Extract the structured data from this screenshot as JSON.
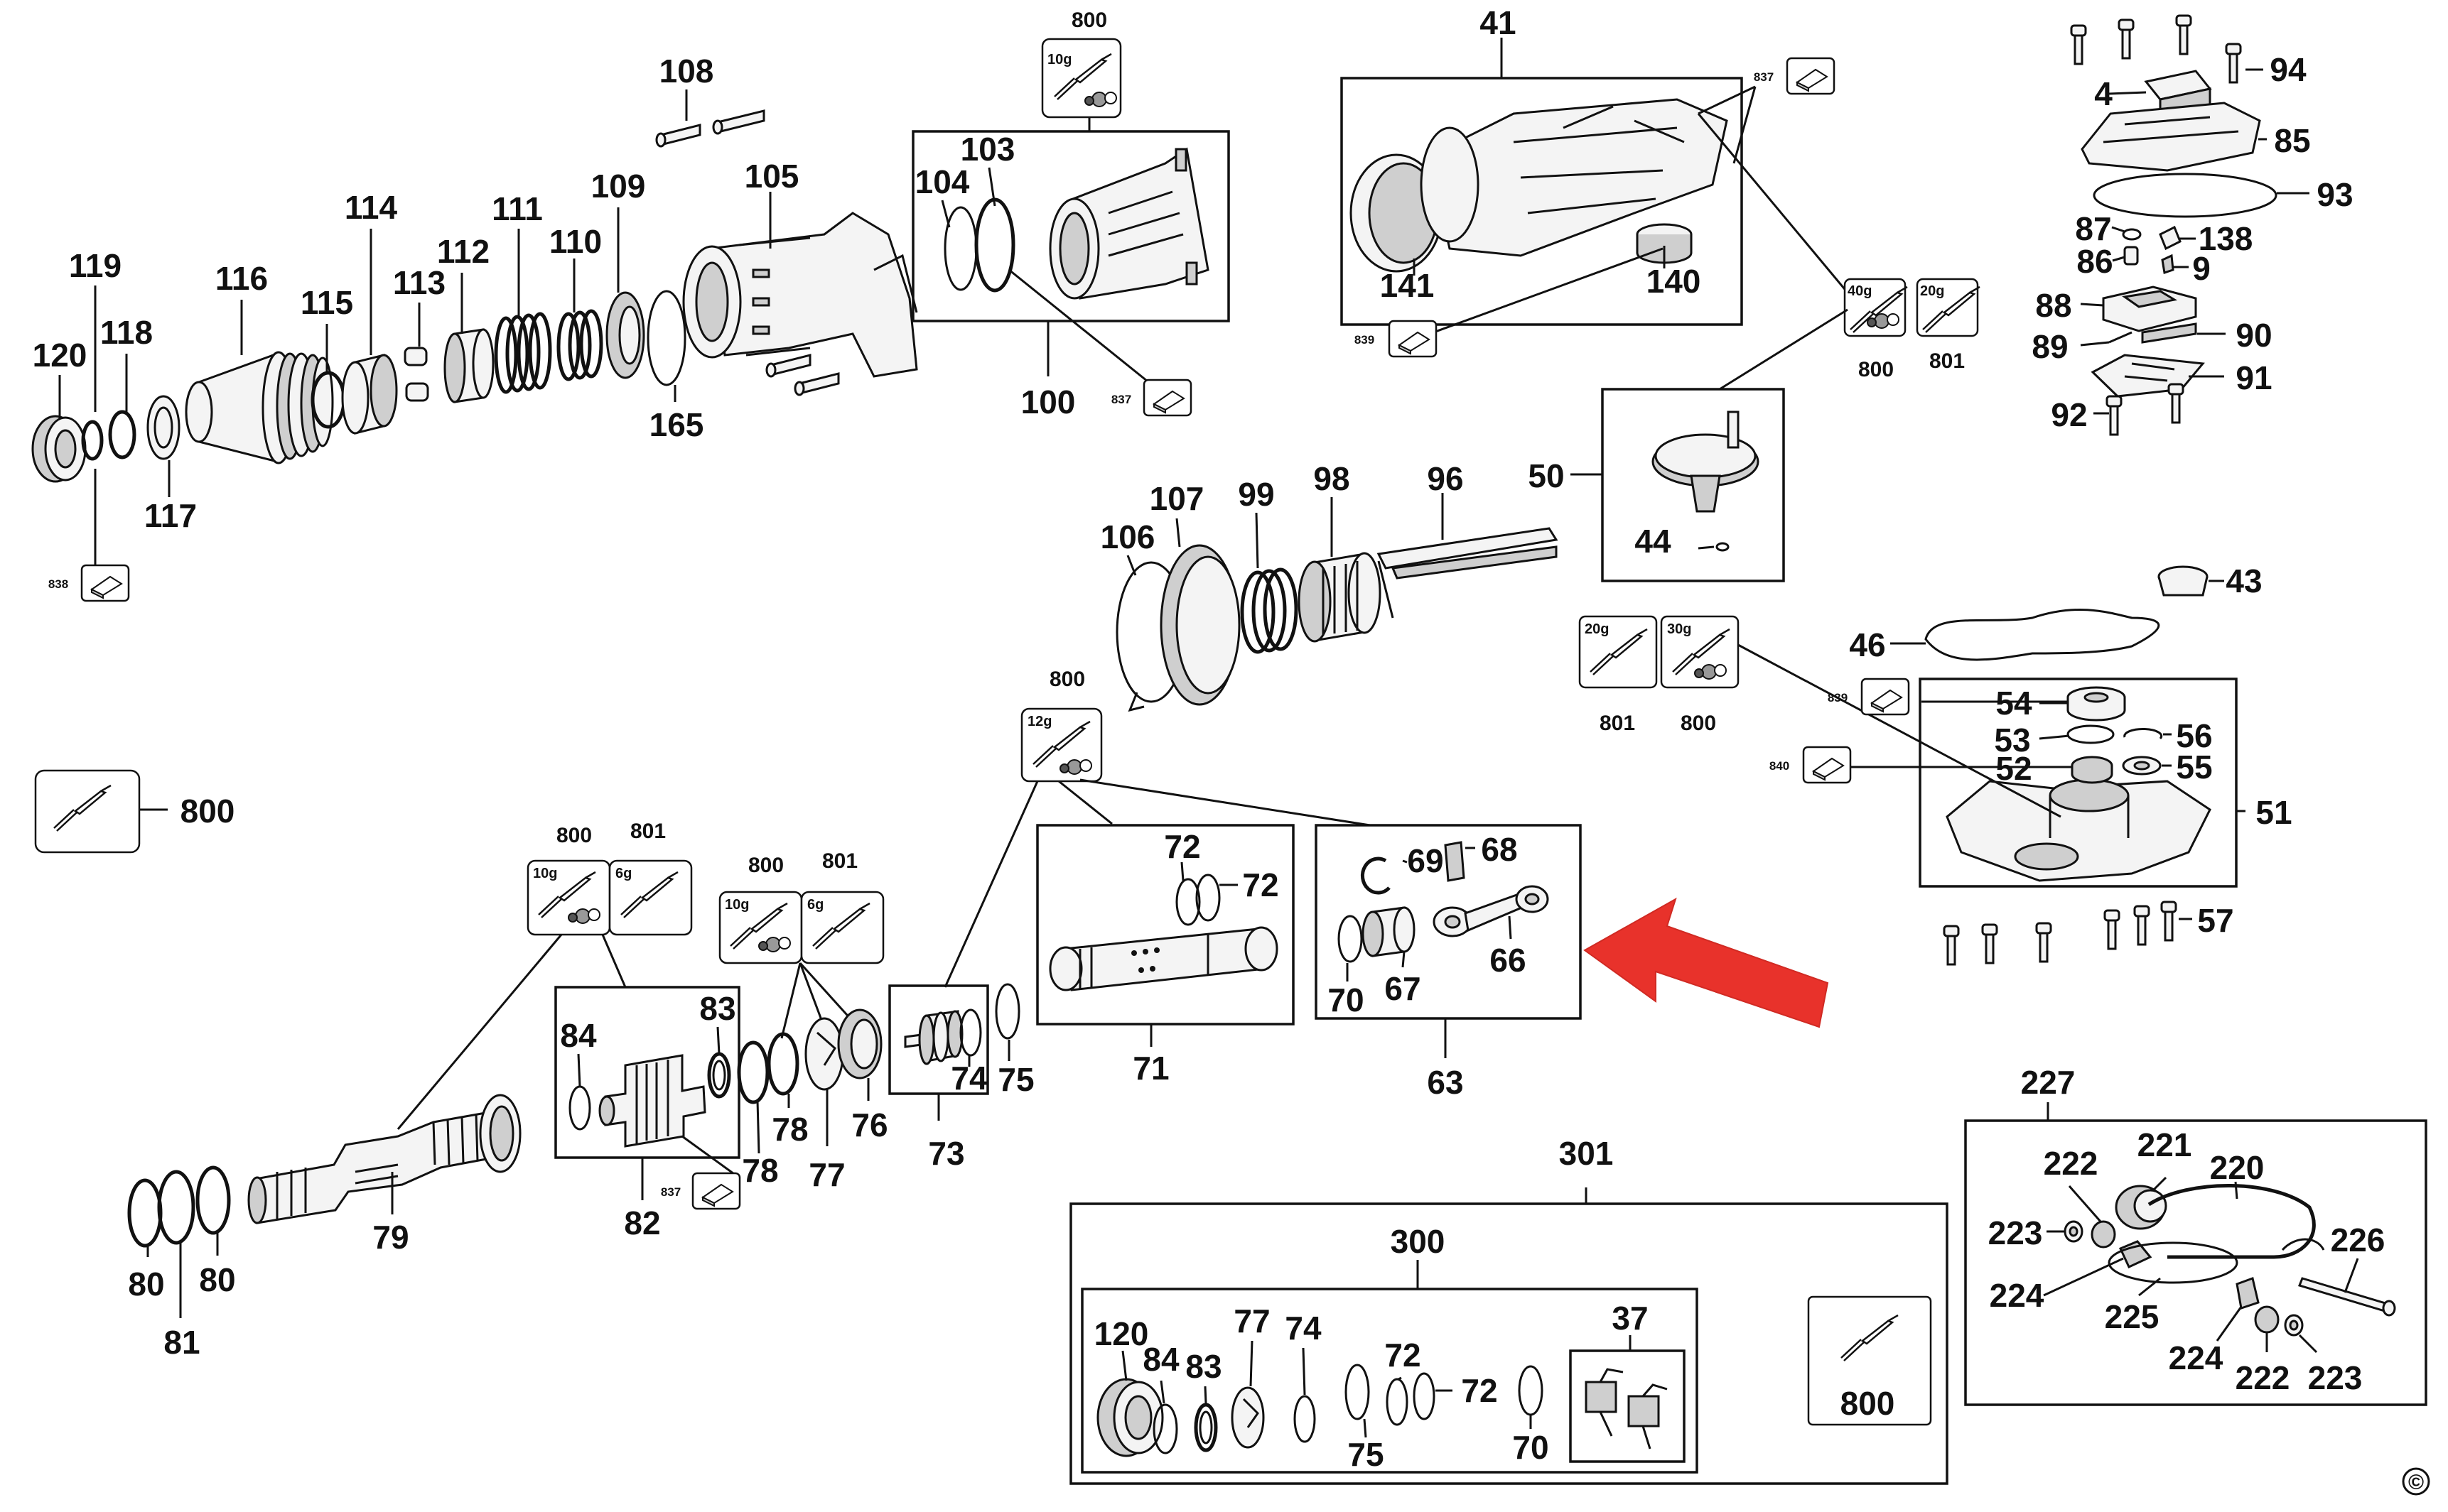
{
  "diagram": {
    "labels": {
      "p119": "119",
      "p120": "120",
      "p118": "118",
      "p116": "116",
      "p115": "115",
      "p114": "114",
      "p113": "113",
      "p112": "112",
      "p111": "111",
      "p110": "110",
      "p109": "109",
      "p108": "108",
      "p105": "105",
      "p117": "117",
      "p165": "165",
      "p800a": "800",
      "p104": "104",
      "p103": "103",
      "p100": "100",
      "p41": "41",
      "p141": "141",
      "p140": "140",
      "p4": "4",
      "p94": "94",
      "p85": "85",
      "p93": "93",
      "p87": "87",
      "p138": "138",
      "p86": "86",
      "p9": "9",
      "p88": "88",
      "p89": "89",
      "p90": "90",
      "p91": "91",
      "p92": "92",
      "p50": "50",
      "p44": "44",
      "p106": "106",
      "p107": "107",
      "p99": "99",
      "p98": "98",
      "p96": "96",
      "p43": "43",
      "p46": "46",
      "p800b": "800",
      "p800c": "800",
      "p801a": "801",
      "p54": "54",
      "p53": "53",
      "p56": "56",
      "p52": "52",
      "p55": "55",
      "p51": "51",
      "p57": "57",
      "p800main": "800",
      "p800d": "800",
      "p801b": "801",
      "p800e": "800",
      "p801c": "801",
      "p84": "84",
      "p83": "83",
      "p82": "82",
      "p78a": "78",
      "p78b": "78",
      "p77": "77",
      "p76": "76",
      "p74": "74",
      "p75": "75",
      "p73": "73",
      "p72a": "72",
      "p72b": "72",
      "p71": "71",
      "p69": "69",
      "p68": "68",
      "p70": "70",
      "p67": "67",
      "p66": "66",
      "p63": "63",
      "p79": "79",
      "p80a": "80",
      "p80b": "80",
      "p81": "81",
      "p301": "301",
      "p300": "300",
      "k120": "120",
      "k84": "84",
      "k83": "83",
      "k77": "77",
      "k74": "74",
      "k75": "75",
      "k72a": "72",
      "k72b": "72",
      "k70": "70",
      "k37": "37",
      "k800": "800",
      "p227": "227",
      "p222a": "222",
      "p221": "221",
      "p220": "220",
      "p223a": "223",
      "p226": "226",
      "p224a": "224",
      "p225": "225",
      "p224b": "224",
      "p222b": "222",
      "p223b": "223"
    },
    "kit_codes": {
      "c838": "838",
      "c837a": "837",
      "c837b": "837",
      "c839a": "839",
      "c840": "840",
      "c837c": "837",
      "c839b": "839",
      "c800f": "800",
      "c801f": "801"
    },
    "grease": {
      "g10a": "10g",
      "g40": "40g",
      "g20a": "20g",
      "g20b": "20g",
      "g30": "30g",
      "g12": "12g",
      "g10b": "10g",
      "g6a": "6g",
      "g10c": "10g",
      "g6b": "6g"
    },
    "copyright": "©",
    "icons": [
      "grease-tube-icon",
      "grease-pack-icon",
      "kit-tag-icon",
      "callout-arrow-icon"
    ],
    "colors": {
      "callout_arrow": "#e8322b",
      "line": "#111111"
    }
  }
}
